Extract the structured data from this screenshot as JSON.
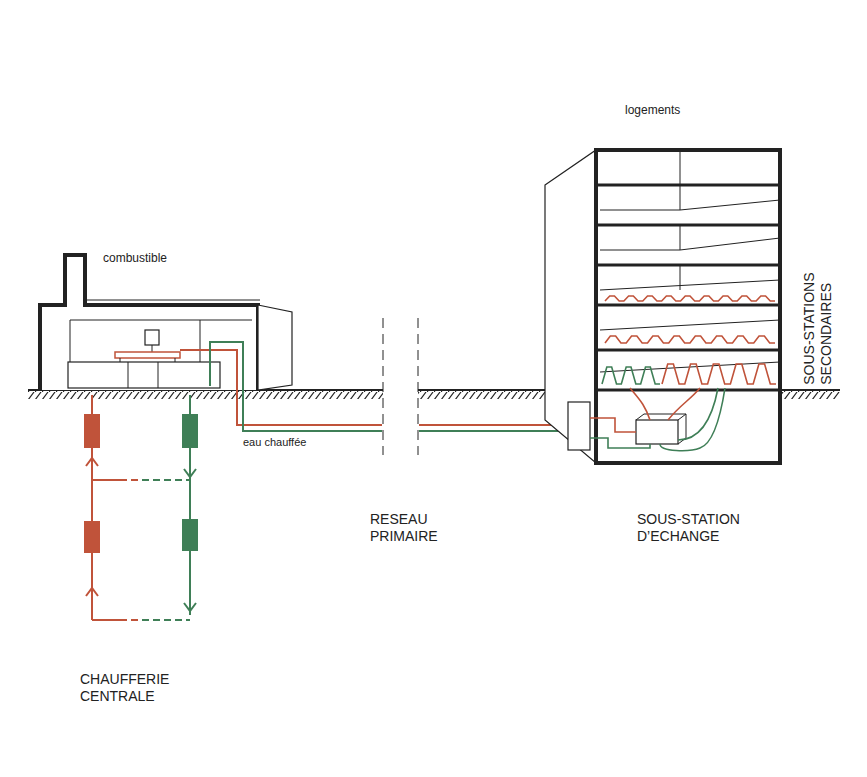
{
  "diagram": {
    "labels": [
      "logements",
      "combustible",
      "SOUS-STATIONS SECONDAIRES",
      "eau chauffée",
      "RESEAU PRIMAIRE",
      "SOUS-STATION D’ECHANGE",
      "CHAUFFERIE CENTRALE"
    ]
  }
}
